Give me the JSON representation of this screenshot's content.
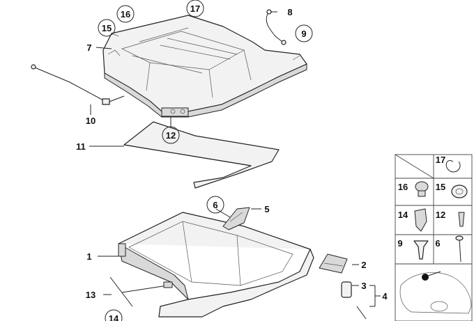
{
  "callouts": {
    "c1": "1",
    "c2": "2",
    "c3": "3",
    "c4": "4",
    "c5": "5",
    "c6": "6",
    "c7": "7",
    "c8": "8",
    "c9": "9",
    "c10": "10",
    "c11": "11",
    "c12": "12",
    "c13": "13",
    "c14": "14",
    "c15": "15",
    "c16": "16",
    "c17": "17"
  },
  "legend": {
    "l17": "17",
    "l16": "16",
    "l15": "15",
    "l14": "14",
    "l12": "12",
    "l9": "9",
    "l6": "6"
  }
}
